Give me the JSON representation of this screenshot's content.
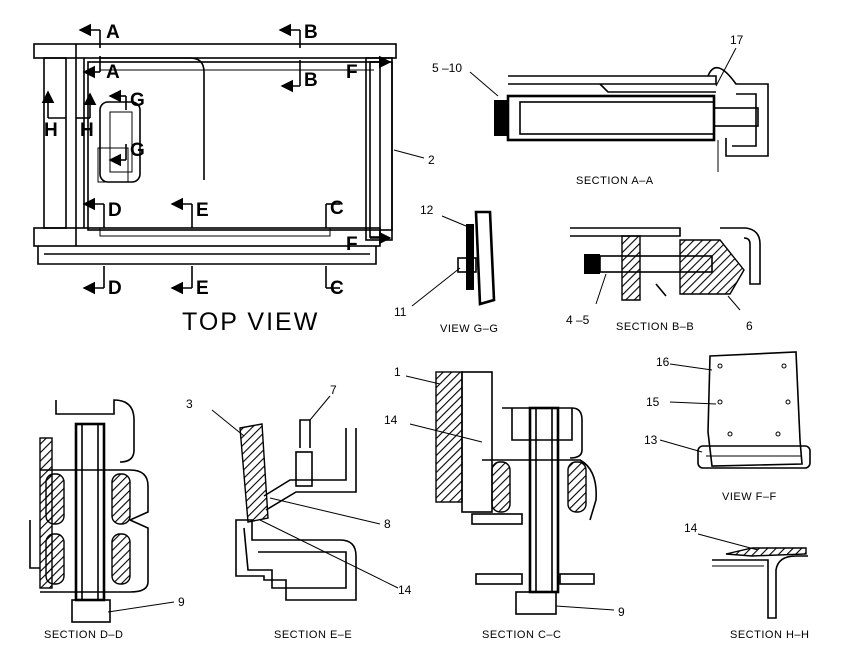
{
  "top_view": {
    "title": "TOP VIEW",
    "section_markers": [
      "A",
      "A",
      "B",
      "B",
      "G",
      "G",
      "H",
      "H",
      "D",
      "D",
      "E",
      "E",
      "C",
      "C",
      "F",
      "F"
    ]
  },
  "captions": {
    "section_aa": "SECTION A–A",
    "view_gg": "VIEW G–G",
    "section_bb": "SECTION B–B",
    "section_dd": "SECTION D–D",
    "section_ee": "SECTION E–E",
    "section_cc": "SECTION C–C",
    "view_ff": "VIEW F–F",
    "section_hh": "SECTION H–H"
  },
  "callouts": {
    "c_5_10": "5 –10",
    "c_17": "17",
    "c_2": "2",
    "c_12": "12",
    "c_11": "11",
    "c_4_5": "4 –5",
    "c_6": "6",
    "c_7": "7",
    "c_3": "3",
    "c_8": "8",
    "c_14_ee": "14",
    "c_9_dd": "9",
    "c_1": "1",
    "c_14_cc": "14",
    "c_9_cc": "9",
    "c_16": "16",
    "c_15": "15",
    "c_13": "13",
    "c_14_hh": "14"
  }
}
